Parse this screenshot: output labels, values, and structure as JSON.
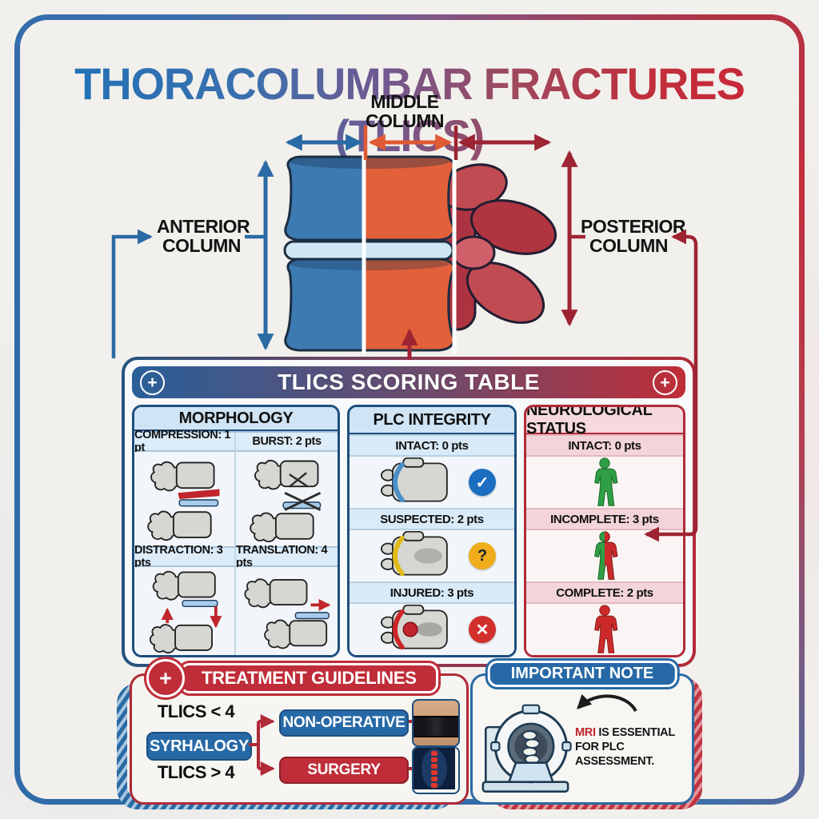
{
  "title": "THORACOLUMBAR FRACTURES (TLICS)",
  "anatomy": {
    "middle": {
      "l1": "MIDDLE",
      "l2": "COLUMN"
    },
    "anterior": {
      "l1": "ANTERIOR",
      "l2": "COLUMN"
    },
    "posterior": {
      "l1": "POSTERIOR",
      "l2": "COLUMN"
    }
  },
  "scoring_table": {
    "title": "TLICS SCORING TABLE",
    "plus_icon": "+",
    "morphology": {
      "title": "MORPHOLOGY",
      "items": [
        {
          "label": "COMPRESSION: 1 pt"
        },
        {
          "label": "BURST: 2 pts"
        },
        {
          "label": "DISTRACTION: 3 pts"
        },
        {
          "label": "TRANSLATION: 4 pts"
        }
      ]
    },
    "plc": {
      "title": "PLC INTEGRITY",
      "items": [
        {
          "label": "INTACT: 0 pts",
          "icon": "✓"
        },
        {
          "label": "SUSPECTED: 2 pts",
          "icon": "?"
        },
        {
          "label": "INJURED: 3 pts",
          "icon": "✕"
        }
      ]
    },
    "neuro": {
      "title": "NEUROLOGICAL STATUS",
      "items": [
        {
          "label": "INTACT: 0 pts"
        },
        {
          "label": "INCOMPLETE: 3 pts"
        },
        {
          "label": "COMPLETE: 2 pts"
        }
      ]
    }
  },
  "treatment": {
    "title": "TREATMENT GUIDELINES",
    "plus_icon": "+",
    "rule_low": "TLICS < 4",
    "rule_mid": "SYRHALOGY",
    "rule_high": "TLICS > 4",
    "nonoperative": "NON-OPERATIVE",
    "surgery": "SURGERY"
  },
  "note": {
    "title": "IMPORTANT NOTE",
    "highlight": "MRI",
    "rest_line1": " IS ESSENTIAL",
    "rest_line2": "FOR PLC ASSESSMENT."
  },
  "colors": {
    "blue": "#2a6aa5",
    "dark_blue": "#1d4e7e",
    "red": "#bf2d38",
    "dark_red": "#9e2433",
    "orange": "#e05a33",
    "green": "#2f9e44",
    "yellow": "#f0ad1b",
    "light_blue": "#cfe4f4",
    "pink": "#f5d9dc",
    "paper": "#f2f0ec"
  }
}
